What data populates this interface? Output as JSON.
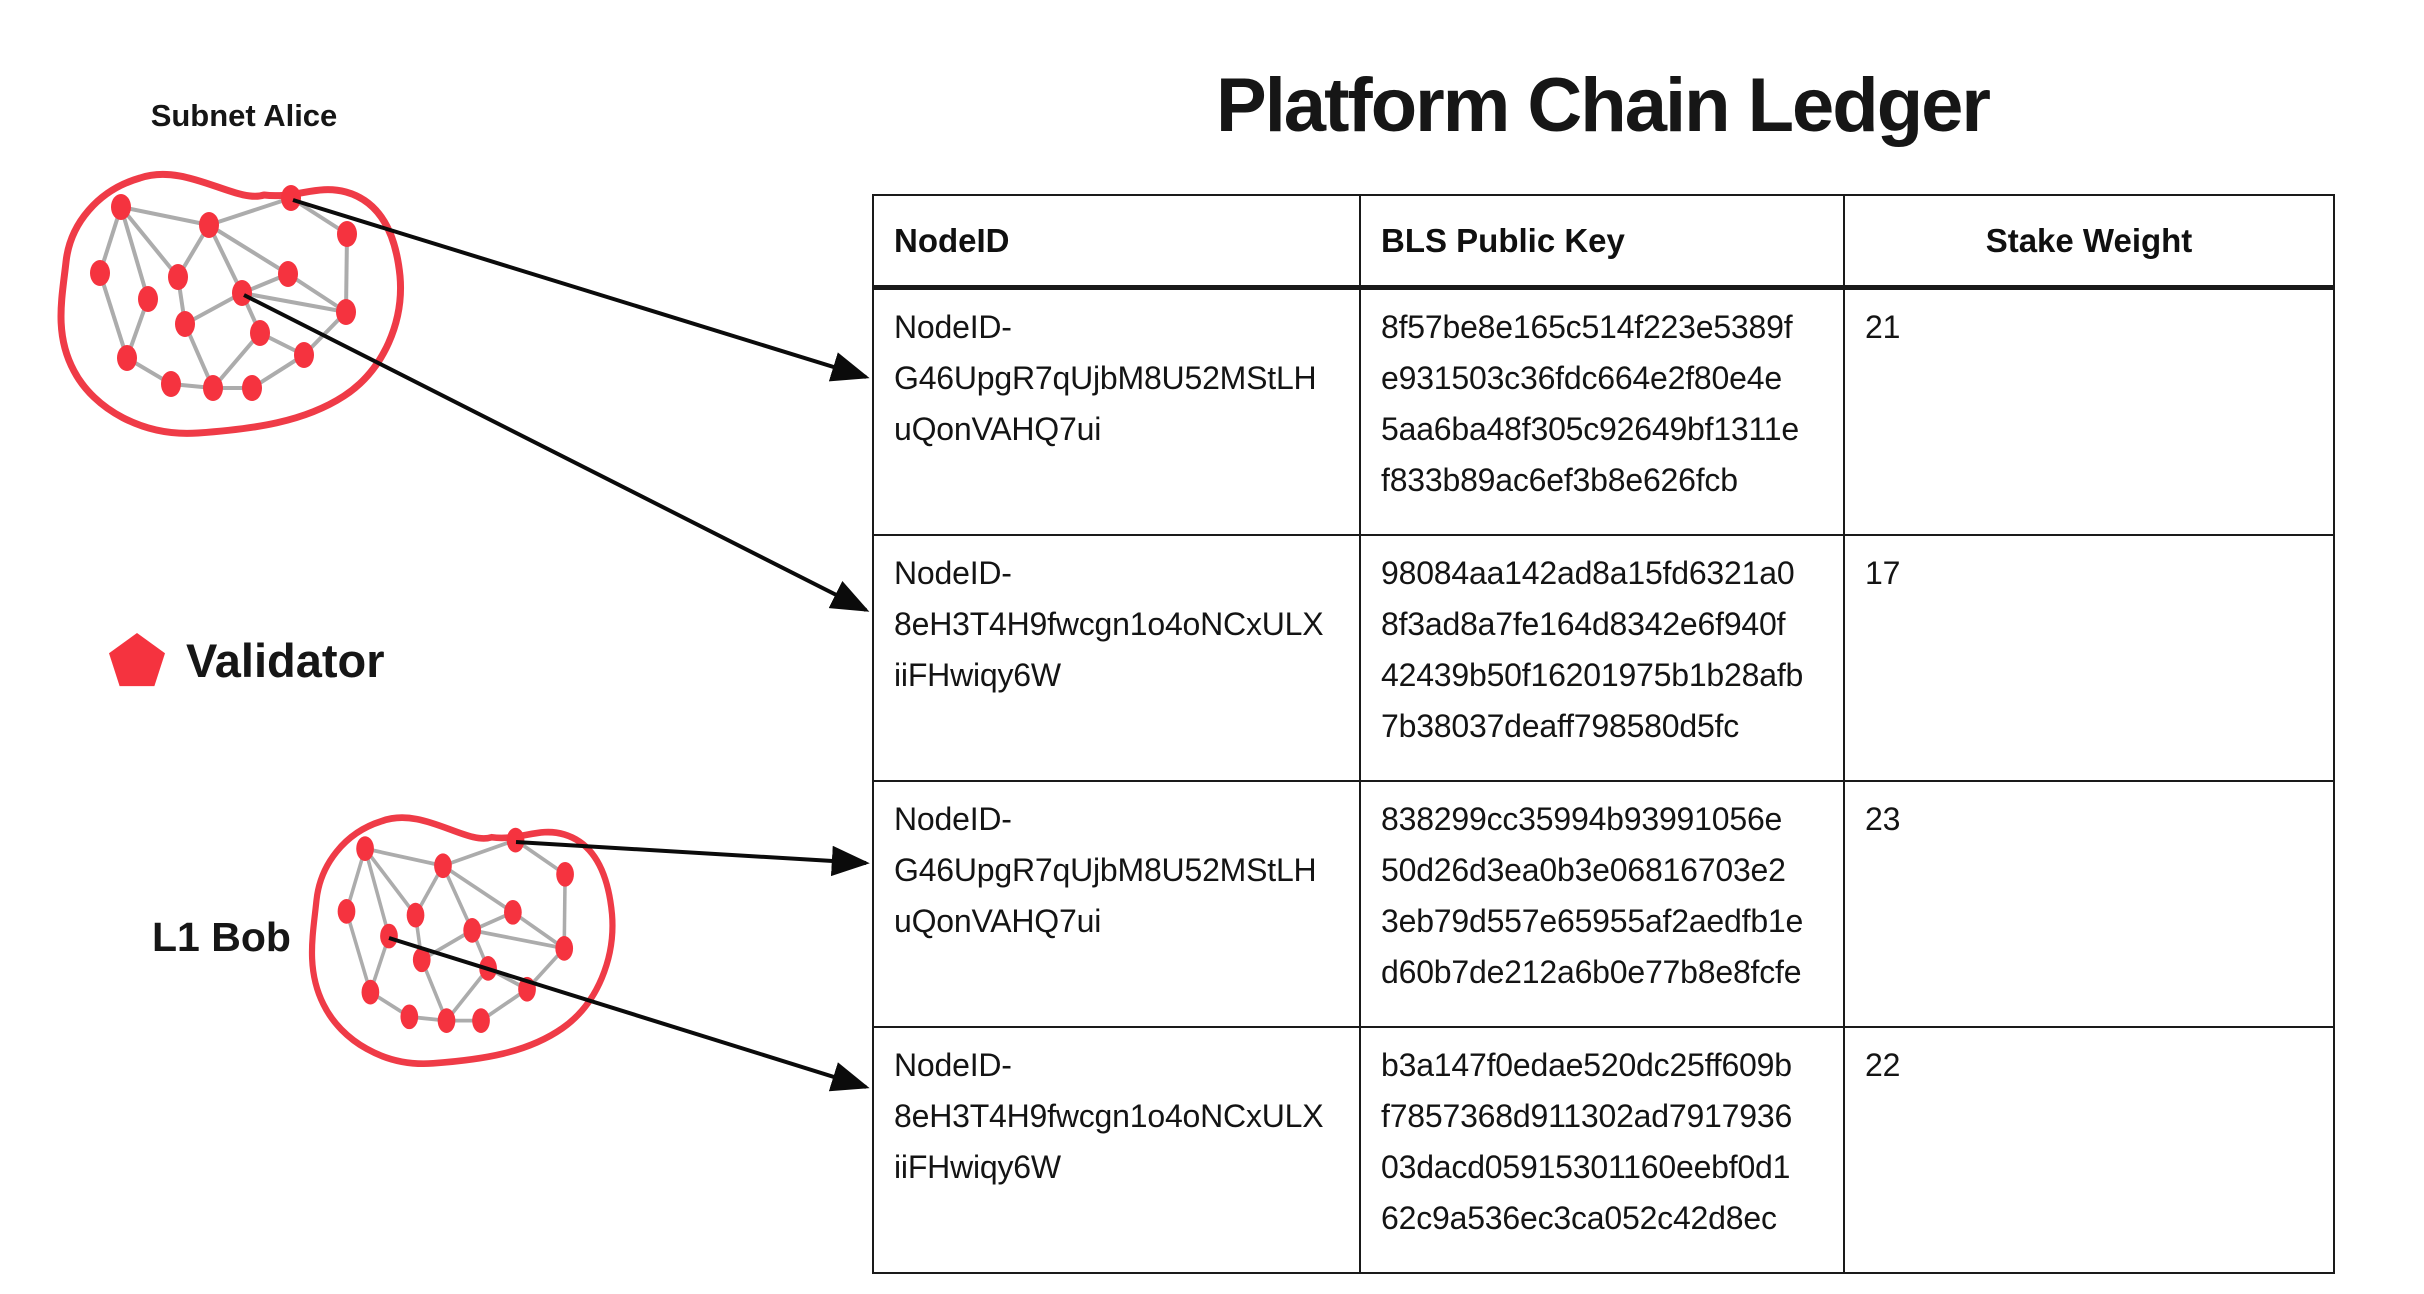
{
  "title": "Platform Chain Ledger",
  "subnet_alice": {
    "label": "Subnet Alice"
  },
  "l1_bob": {
    "label": "L1 Bob"
  },
  "legend": {
    "label": "Validator",
    "icon": "pentagon-icon",
    "icon_color": "#F5333F"
  },
  "colors": {
    "validator_red": "#F5333F",
    "boundary_red": "#EF3B47",
    "edge_gray": "#ACACAC",
    "arrow_black": "#0b0b0b",
    "table_border": "#1a1a1a"
  },
  "table": {
    "headers": [
      "NodeID",
      "BLS Public Key",
      "Stake Weight"
    ],
    "rows": [
      {
        "node_id": "NodeID-\nG46UpgR7qUjbM8U52MStLH\nuQonVAHQ7ui",
        "bls_public_key": "8f57be8e165c514f223e5389f\ne931503c36fdc664e2f80e4e\n5aa6ba48f305c92649bf1311e\nf833b89ac6ef3b8e626fcb",
        "stake_weight": "21"
      },
      {
        "node_id": "NodeID-\n8eH3T4H9fwcgn1o4oNCxULX\niiFHwiqy6W",
        "bls_public_key": "98084aa142ad8a15fd6321a0\n8f3ad8a7fe164d8342e6f940f\n42439b50f16201975b1b28afb\n7b38037deaff798580d5fc",
        "stake_weight": "17"
      },
      {
        "node_id": "NodeID-\nG46UpgR7qUjbM8U52MStLH\nuQonVAHQ7ui",
        "bls_public_key": "838299cc35994b93991056e\n50d26d3ea0b3e06816703e2\n3eb79d557e65955af2aedfb1e\nd60b7de212a6b0e77b8e8fcfe",
        "stake_weight": "23"
      },
      {
        "node_id": "NodeID-\n8eH3T4H9fwcgn1o4oNCxULX\niiFHwiqy6W",
        "bls_public_key": "b3a147f0edae520dc25ff609b\nf7857368d911302ad7917936\n03dacd05915301160eebf0d1\n62c9a536ec3ca052c42d8ec",
        "stake_weight": "22"
      }
    ]
  }
}
